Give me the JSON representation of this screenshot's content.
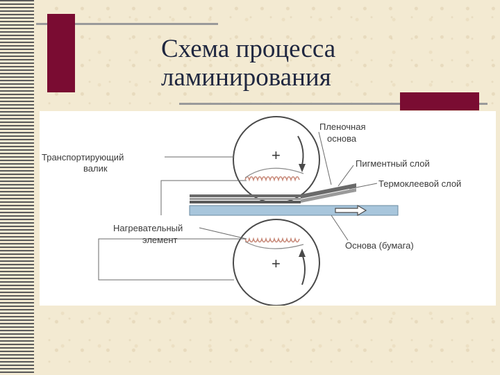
{
  "title": {
    "line1": "Схема процесса",
    "line2": "ламинирования"
  },
  "diagram": {
    "labels": {
      "film_base_1": "Пленочная",
      "film_base_2": "основа",
      "transport_roller_1": "Транспортирующий",
      "transport_roller_2": "валик",
      "pigment_layer": "Пигментный слой",
      "thermo_glue_layer": "Термоклеевой слой",
      "heating_element_1": "Нагревательный",
      "heating_element_2": "элемент",
      "base_paper": "Основа (бумага)"
    },
    "plus_sign": "+"
  },
  "colors": {
    "maroon": "#7a0c32",
    "paper_strip": "#a8c6dc",
    "coil": "#c88a7a",
    "ink": "#3a3a3a"
  }
}
